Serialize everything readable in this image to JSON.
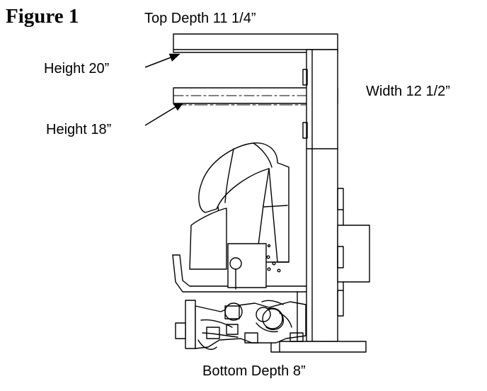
{
  "figure_label": "Figure 1",
  "labels": {
    "top_depth": "Top Depth 11 1/4”",
    "height_20": "Height 20”",
    "width": "Width 12 1/2”",
    "height_18": "Height 18”",
    "bottom_depth": "Bottom Depth 8”"
  }
}
